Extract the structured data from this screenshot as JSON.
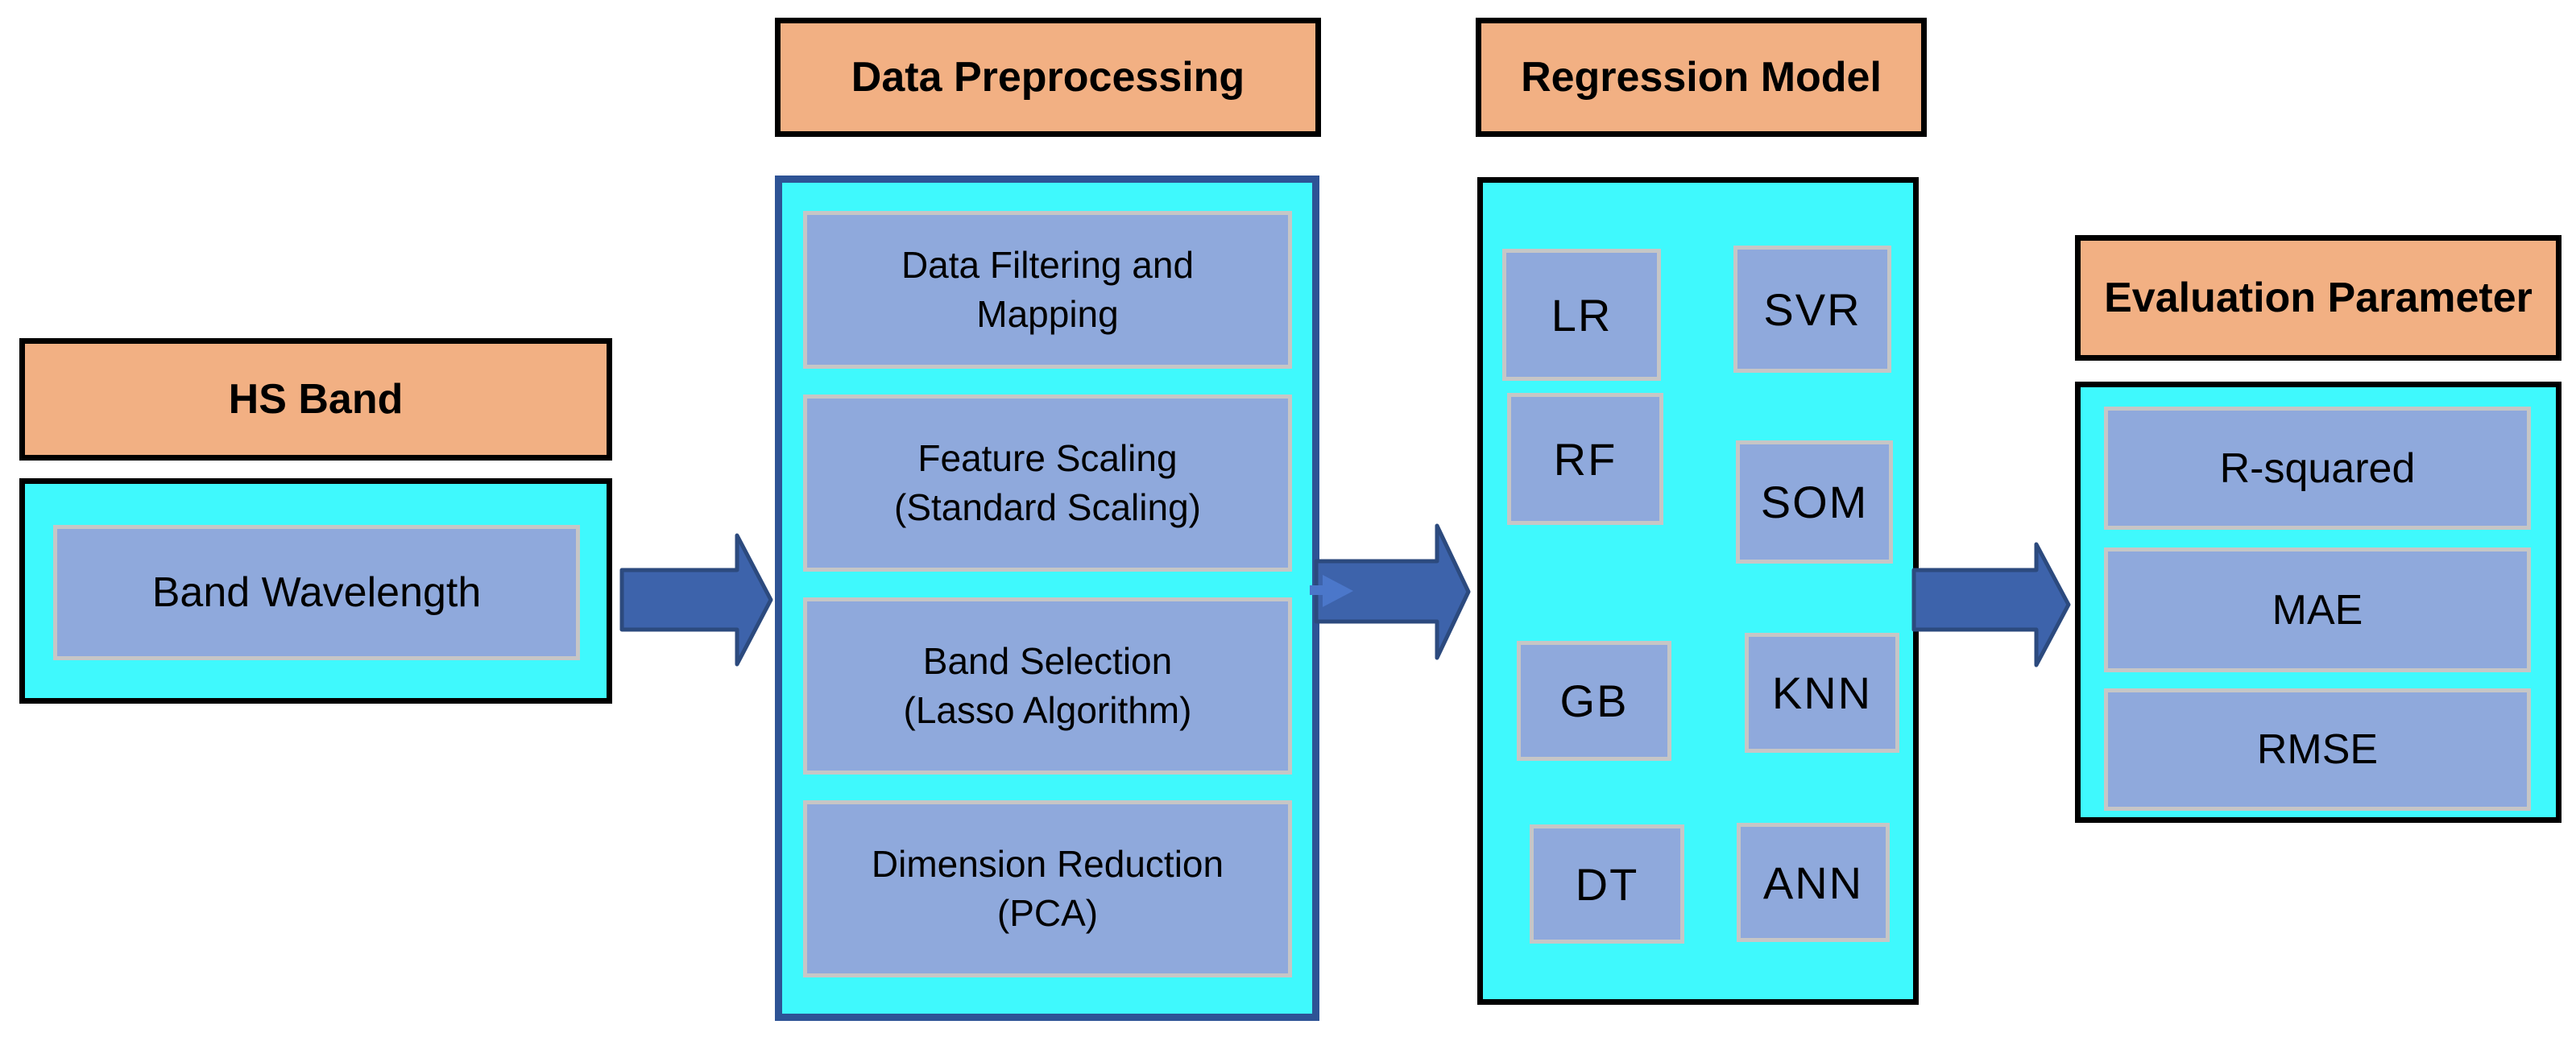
{
  "sections": {
    "hs": {
      "title": "HS Band",
      "items": {
        "band": "Band Wavelength"
      }
    },
    "preprocessing": {
      "title": "Data Preprocessing",
      "steps": [
        "Data Filtering and\nMapping",
        "Feature Scaling\n(Standard Scaling)",
        "Band Selection\n(Lasso Algorithm)",
        "Dimension Reduction\n(PCA)"
      ]
    },
    "regression": {
      "title": "Regression Model",
      "models": [
        "LR",
        "SVR",
        "RF",
        "SOM",
        "GB",
        "KNN",
        "DT",
        "ANN"
      ]
    },
    "evaluation": {
      "title": "Evaluation Parameter",
      "metrics": [
        "R-squared",
        "MAE",
        "RMSE"
      ]
    }
  },
  "colors": {
    "orange": "#F2B083",
    "cyan": "#3FF9FD",
    "blue_box": "#8FA9DC",
    "box_border": "#C6C6C6",
    "container_border": "#000000",
    "preprocessing_border": "#2E5395",
    "arrow_fill": "#3D63AB",
    "arrow_stroke": "#2C4A7E",
    "arrow_light": "#4B77CA"
  }
}
